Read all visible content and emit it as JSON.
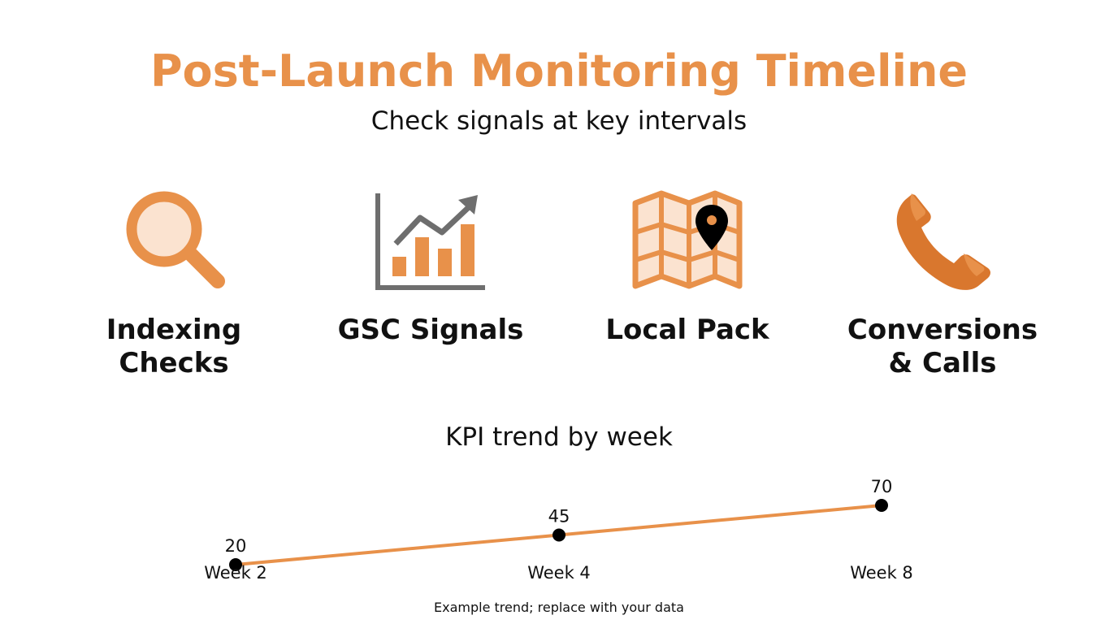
{
  "header": {
    "title": "Post-Launch Monitoring Timeline",
    "subtitle": "Check signals at key intervals"
  },
  "features": [
    {
      "label": "Indexing\nChecks",
      "icon": "magnifier-icon"
    },
    {
      "label": "GSC Signals",
      "icon": "bar-chart-trend-icon"
    },
    {
      "label": "Local Pack",
      "icon": "map-pin-icon"
    },
    {
      "label": "Conversions\n& Calls",
      "icon": "phone-icon"
    }
  ],
  "colors": {
    "accent": "#E8914A",
    "accent_dark": "#D9772E",
    "accent_light": "#FBE3D0",
    "gray": "#6E6E6E",
    "text": "#111111"
  },
  "chart_data": {
    "type": "line",
    "title": "KPI trend by week",
    "categories": [
      "Week 2",
      "Week 4",
      "Week 8"
    ],
    "values": [
      20,
      45,
      70
    ],
    "data_labels": [
      "20",
      "45",
      "70"
    ],
    "xlabel": "",
    "ylabel": "",
    "grid": false,
    "line_color": "#E8914A",
    "marker_color": "#000000"
  },
  "footnote": "Example trend; replace with your data"
}
